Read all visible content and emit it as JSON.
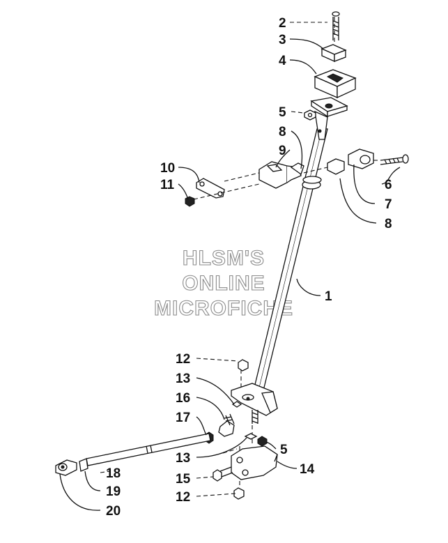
{
  "watermark": [
    "HLSM'S",
    "ONLINE",
    "MICROFICHE"
  ],
  "callouts": [
    {
      "num": "2"
    },
    {
      "num": "3"
    },
    {
      "num": "4"
    },
    {
      "num": "5"
    },
    {
      "num": "8"
    },
    {
      "num": "9"
    },
    {
      "num": "10"
    },
    {
      "num": "11"
    },
    {
      "num": "6"
    },
    {
      "num": "7"
    },
    {
      "num": "8"
    },
    {
      "num": "1"
    },
    {
      "num": "12"
    },
    {
      "num": "13"
    },
    {
      "num": "16"
    },
    {
      "num": "17"
    },
    {
      "num": "13"
    },
    {
      "num": "5"
    },
    {
      "num": "14"
    },
    {
      "num": "15"
    },
    {
      "num": "12"
    },
    {
      "num": "18"
    },
    {
      "num": "19"
    },
    {
      "num": "20"
    }
  ]
}
